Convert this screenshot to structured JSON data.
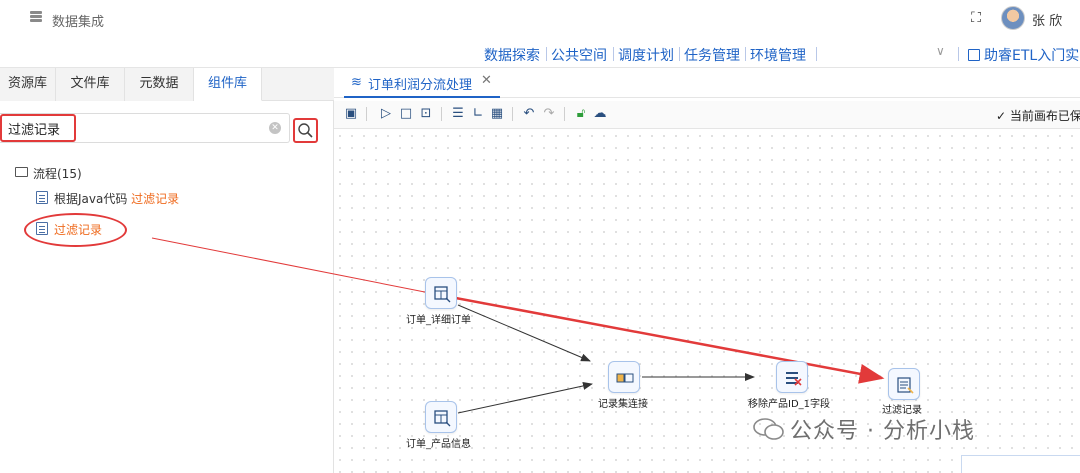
{
  "app": {
    "title": "数据集成",
    "username": "张 欣"
  },
  "nav": {
    "items": [
      "数据探索",
      "公共空间",
      "调度计划",
      "任务管理",
      "环境管理"
    ],
    "help_link": "助睿ETL入门实"
  },
  "left_panel": {
    "tabs": [
      {
        "label": "资源库",
        "active": false
      },
      {
        "label": "文件库",
        "active": false
      },
      {
        "label": "元数据",
        "active": false
      },
      {
        "label": "组件库",
        "active": true
      }
    ],
    "search": {
      "value": "过滤记录",
      "placeholder": ""
    },
    "tree": {
      "folder_label": "流程(15)",
      "items": [
        {
          "prefix": "根据Java代码 ",
          "highlight": "过滤记录"
        },
        {
          "prefix": "",
          "highlight": "过滤记录"
        }
      ]
    }
  },
  "editor": {
    "tab_label": "订单利润分流处理",
    "saved_status": "当前画布已保"
  },
  "canvas": {
    "nodes": [
      {
        "id": "n1",
        "label": "订单_详细订单"
      },
      {
        "id": "n2",
        "label": "订单_产品信息"
      },
      {
        "id": "n3",
        "label": "记录集连接"
      },
      {
        "id": "n4",
        "label": "移除产品ID_1字段"
      },
      {
        "id": "n5",
        "label": "过滤记录"
      }
    ]
  },
  "watermark": "公众号 · 分析小栈",
  "colors": {
    "accent": "#1f63c6",
    "highlight": "#ef6b1f",
    "annotation": "#e23a3a"
  }
}
